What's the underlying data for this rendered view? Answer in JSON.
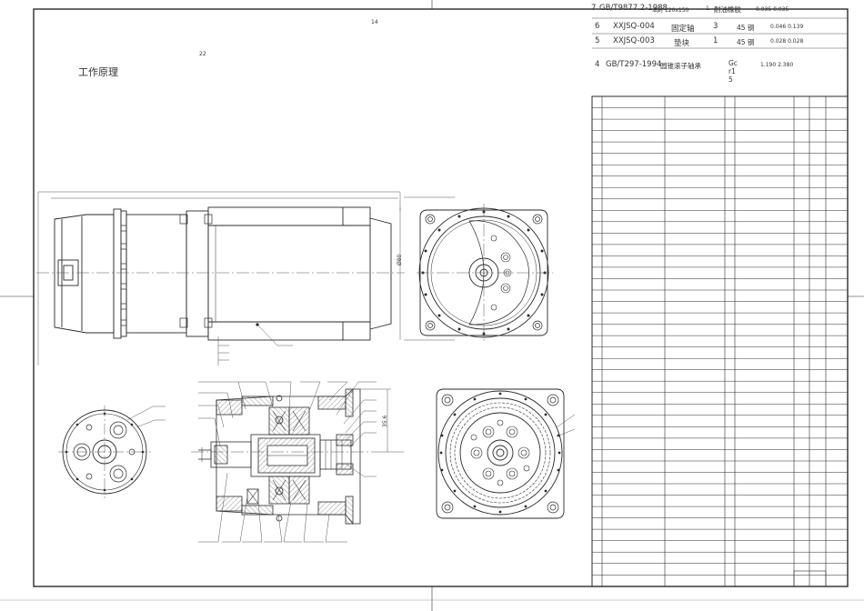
{
  "title": "工作原理",
  "labels": {
    "n14": "14",
    "n22": "22"
  },
  "dims": {
    "side_height": "Ø80",
    "section_length": "35.6"
  },
  "bom_rows": [
    {
      "seq": "7",
      "code": "GB/T9877.2-1988",
      "name": "油封 120x150",
      "qty": "1",
      "material": "耐油橡胶",
      "weights": "0.035 0.035"
    },
    {
      "seq": "6",
      "code": "XXJSQ-004",
      "name": "固定轴",
      "qty": "3",
      "material": "45 钢",
      "weights": "0.046 0.139"
    },
    {
      "seq": "5",
      "code": "XXJSQ-003",
      "name": "垫块",
      "qty": "1",
      "material": "45 钢",
      "weights": "0.028 0.028"
    },
    {
      "seq": "4",
      "code": "GB/T297-1994",
      "name": "圆锥滚子轴承",
      "qty": "",
      "material": "Gcr15",
      "weights": "1.190 2.380"
    }
  ],
  "colors": {
    "line": "#2a2a2a",
    "thin": "#555555",
    "hatch": "#6a6a6a"
  }
}
